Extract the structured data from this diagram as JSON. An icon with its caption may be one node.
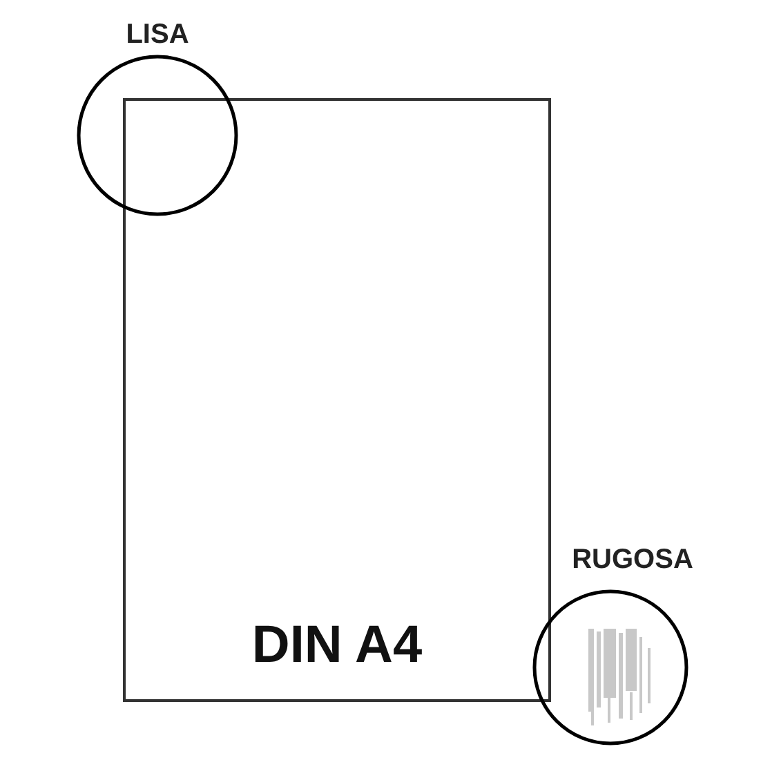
{
  "diagram": {
    "nodes": [
      {
        "text": [
          "LISA"
        ]
      },
      {
        "text": [
          "DIN A4"
        ]
      },
      {
        "text": [
          "RUGOSA"
        ]
      }
    ]
  }
}
